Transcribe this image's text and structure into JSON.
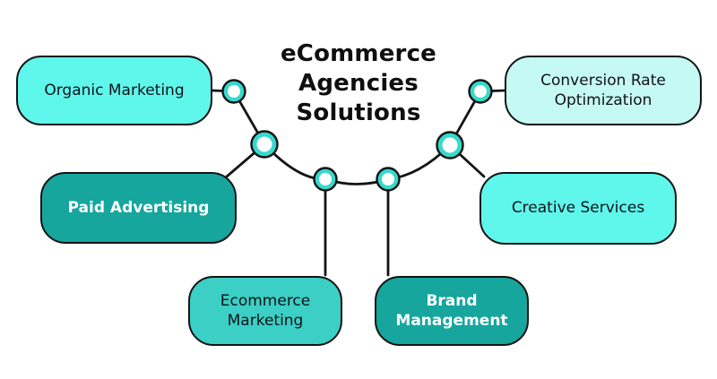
{
  "title": {
    "full_text": "eCommerce Agencies Solutions",
    "lines": [
      "eCommerce",
      "Agencies",
      "Solutions"
    ]
  },
  "boxes": [
    {
      "id": "organic-marketing",
      "label": "Organic Marketing",
      "fill": "#5FF6EC",
      "text_color": "#101316"
    },
    {
      "id": "conversion-rate-optimization",
      "label": "Conversion Rate Optimization",
      "fill": "#C5F9F4",
      "text_color": "#101316"
    },
    {
      "id": "paid-advertising",
      "label": "Paid Advertising",
      "fill": "#16A69E",
      "text_color": "#FFFFFF"
    },
    {
      "id": "creative-services",
      "label": "Creative Services",
      "fill": "#5FF6EC",
      "text_color": "#101316"
    },
    {
      "id": "ecommerce-marketing",
      "label": "Ecommerce Marketing",
      "fill": "#3BCFC5",
      "text_color": "#101316"
    },
    {
      "id": "brand-management",
      "label": "Brand Management",
      "fill": "#16A69E",
      "text_color": "#FFFFFF"
    }
  ],
  "colors": {
    "background": "#FFFFFF",
    "bright_cyan": "#5FF6EC",
    "pale_cyan": "#C5F9F4",
    "medium_turquoise": "#3BCFC5",
    "teal": "#16A69E",
    "node_ring": "#36D9CC",
    "node_center": "#FFFFFF",
    "line_and_border": "#141414",
    "title_text": "#0F0F0F"
  }
}
